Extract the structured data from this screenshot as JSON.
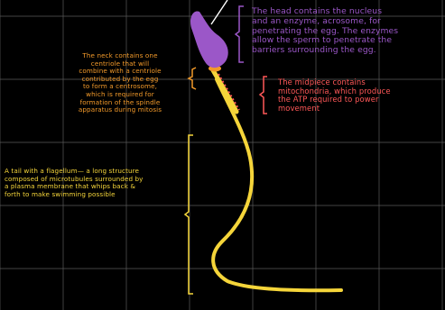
{
  "annotations": {
    "head": "The head contains the nucleus\nand an enzyme, acrosome, for\npenetrating the egg. The enzymes\nallow the sperm to penetrate the\nbarriers surrounding the egg.",
    "neck": "The neck contains one\ncentriole that will\ncombine with a centriole\ncontributed by the egg\nto form a centrosome,\nwhich is required for\nformation of the spindle\napparatus during mitosis",
    "midpiece": "The midpiece contains\nmitochondria, which produce\nthe ATP required to power\nmovement",
    "tail": "A tail with a flagellum— a long structure\ncomposed of microtubules surrounded by\na plasma membrane that whips back &\nforth to make swimming possible"
  },
  "colors": {
    "background": "#000000",
    "grid": "#5a5a5a",
    "head": "#9b57c8",
    "neck": "#f39a2a",
    "midpiece": "#ff5858",
    "tail": "#f5d53a"
  }
}
